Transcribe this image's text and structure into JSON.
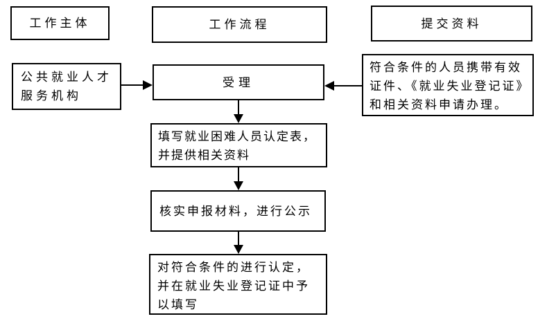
{
  "colors": {
    "line": "#000000",
    "box_border": "#000000",
    "background": "#ffffff",
    "text": "#000000"
  },
  "flowchart": {
    "headers": {
      "work_subject": "工作主体",
      "work_flow": "工作流程",
      "submit_materials": "提交资料"
    },
    "nodes": {
      "agency": "公共就业人才服务机构",
      "accept": "受理",
      "fill_form": "填写就业困难人员认定表，并提供相关资料",
      "verify": "核实申报材料，进行公示",
      "confirm": "对符合条件的进行认定，并在就业失业登记证中予以填写",
      "applicant": "符合条件的人员携带有效证件、《就业失业登记证》和相关资料申请办理。"
    }
  }
}
